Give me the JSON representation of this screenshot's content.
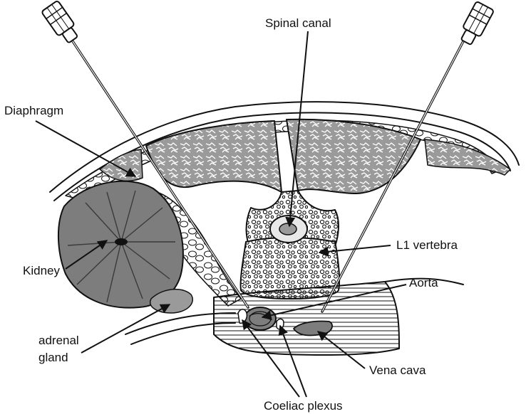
{
  "labels": {
    "spinal_canal": "Spinal canal",
    "diaphragm": "Diaphragm",
    "l1_vertebra": "L1 vertebra",
    "kidney": "Kidney",
    "aorta": "Aorta",
    "adrenal_gland_line1": "adrenal",
    "adrenal_gland_line2": "gland",
    "vena_cava": "Vena cava",
    "coeliac_plexus": "Coeliac plexus"
  },
  "colors": {
    "ink": "#111111",
    "bone_fill": "#9a9a9a",
    "kidney_fill": "#7d7d7d",
    "canal_fill": "#e8e8e8",
    "background": "#ffffff"
  }
}
